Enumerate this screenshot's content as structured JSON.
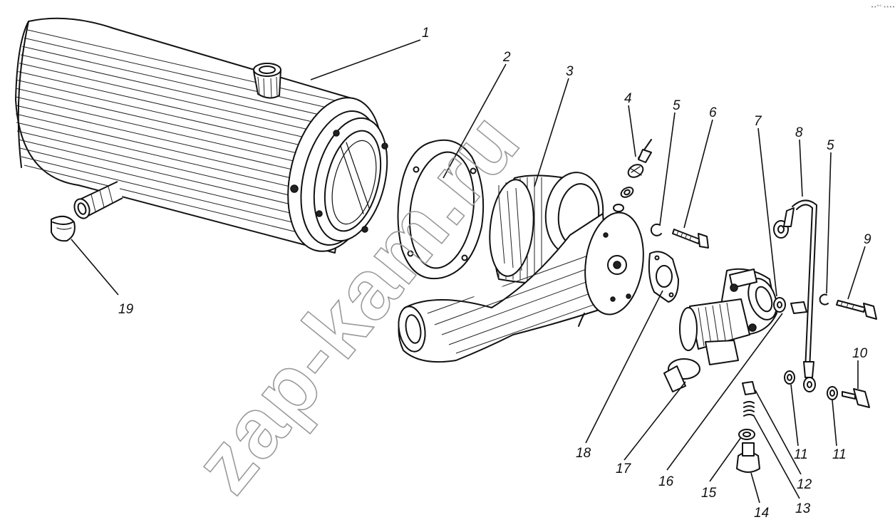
{
  "diagram": {
    "watermark": "zap-kam.ru",
    "corner_mark": "••°° ••••",
    "callouts": [
      "1",
      "2",
      "3",
      "4",
      "5",
      "6",
      "7",
      "8",
      "5",
      "9",
      "10",
      "11",
      "11",
      "12",
      "13",
      "14",
      "15",
      "16",
      "17",
      "18",
      "19"
    ]
  }
}
